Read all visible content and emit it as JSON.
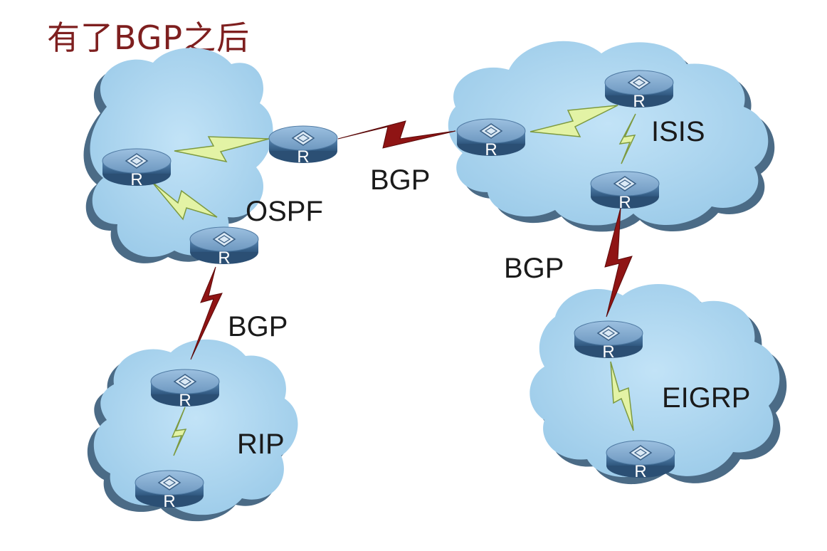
{
  "title": "有了BGP之后",
  "router_label": "R",
  "networks": {
    "ospf": "OSPF",
    "isis": "ISIS",
    "rip": "RIP",
    "eigrp": "EIGRP"
  },
  "links": {
    "bgp_ospf_isis": "BGP",
    "bgp_ospf_rip": "BGP",
    "bgp_isis_eigrp": "BGP"
  },
  "colors": {
    "cloud": "#a9d4ef",
    "cloud_shadow": "#4a6b85",
    "router": "#5b86b0",
    "bgp_link": "#8c1212",
    "igp_link": "#dff0a0",
    "title": "#7e1f1f"
  }
}
